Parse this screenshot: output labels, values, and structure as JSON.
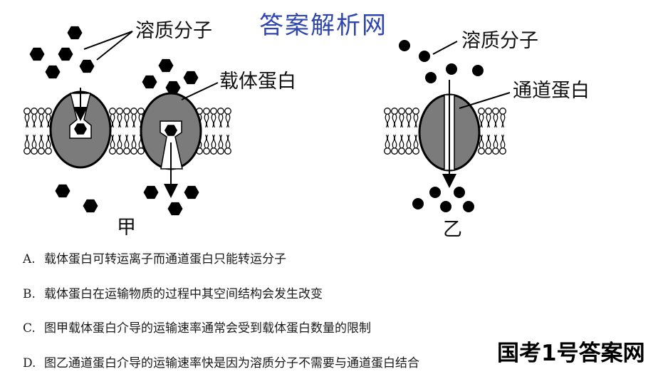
{
  "watermark_top": "答案解析网",
  "watermark_bottom": "国考1号答案网",
  "figure": {
    "labels": {
      "solute_left": "溶质分子",
      "carrier": "载体蛋白",
      "panel_left": "甲",
      "solute_right": "溶质分子",
      "channel": "通道蛋白",
      "panel_right": "乙"
    }
  },
  "options": [
    {
      "key": "A.",
      "text": "载体蛋白可转运离子而通道蛋白只能转运分子"
    },
    {
      "key": "B.",
      "text": "载体蛋白在运输物质的过程中其空间结构会发生改变"
    },
    {
      "key": "C.",
      "text": "图甲载体蛋白介导的运输速率通常会受到载体蛋白数量的限制"
    },
    {
      "key": "D.",
      "text": "图乙通道蛋白介导的运输速率快是因为溶质分子不需要与通道蛋白结合"
    }
  ]
}
